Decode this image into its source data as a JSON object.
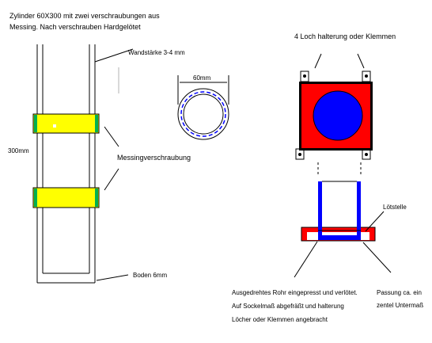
{
  "labels": {
    "title_line1": "Zylinder 60X300 mit zwei verschraubungen aus",
    "title_line2": "Messing. Nach verschrauben Hardgelötet",
    "wall_thickness": "Wandstärke 3-4 mm",
    "height": "300mm",
    "brass_fitting": "Messingverschraubung",
    "base": "Boden 6mm",
    "diameter": "60mm",
    "mount": "4 Loch halterung oder Klemmen",
    "solder_point": "Lötstelle",
    "note_line1": "Ausgedrehtes Rohr eingepresst und verlötet.",
    "note_line2": "Auf Sockelmaß abgefräßt und halterung",
    "note_line3": "Löcher oder Klemmen angebracht",
    "fit_line1": "Passung ca. ein",
    "fit_line2": "zentel Untermaß"
  },
  "colors": {
    "fitting_yellow": "#ffff00",
    "fitting_edge": "#00b050",
    "plate_red": "#ff0000",
    "disc_blue": "#0000ff",
    "circle_blue": "#0000ff",
    "tube_blue": "#0000ff",
    "stroke": "#000000"
  }
}
